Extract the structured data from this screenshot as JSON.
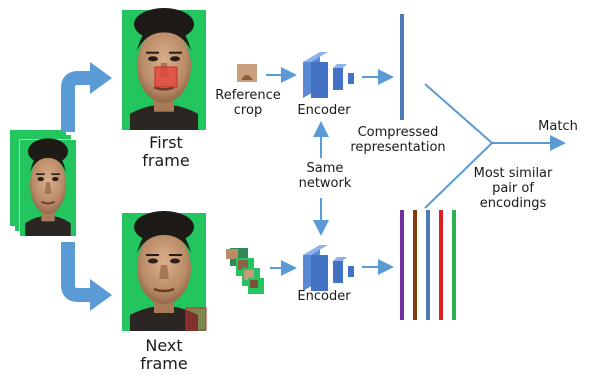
{
  "labels": {
    "first_frame": [
      "First",
      "frame"
    ],
    "next_frame": [
      "Next",
      "frame"
    ],
    "reference_crop": [
      "Reference",
      "crop"
    ],
    "encoder_top": "Encoder",
    "encoder_bottom": "Encoder",
    "same_network": [
      "Same",
      "network"
    ],
    "compressed_representation": [
      "Compressed",
      "representation"
    ],
    "most_similar": [
      "Most similar",
      "pair of",
      "encodings"
    ],
    "match": "Match"
  },
  "colors": {
    "arrow": "#5b9bd5",
    "encoder": "#4472c4",
    "green_screen": "#22c55e",
    "crop_highlight": "#e8413a",
    "compressed_bar": "#4a7bb7",
    "candidate_bars": [
      "#7030a0",
      "#843c0c",
      "#4a7bb7",
      "#e02020",
      "#2eb04f"
    ]
  }
}
